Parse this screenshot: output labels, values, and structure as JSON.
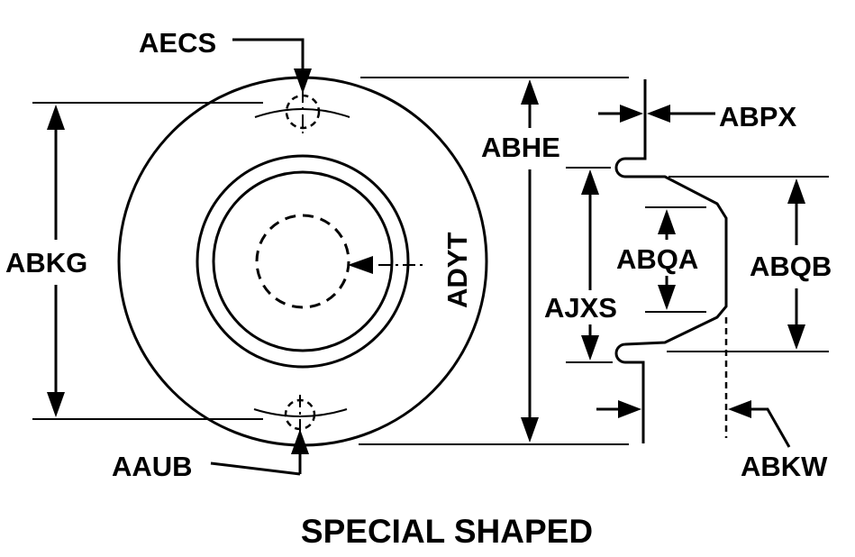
{
  "labels": {
    "aecs": "AECS",
    "abkg": "ABKG",
    "abhe": "ABHE",
    "abpx": "ABPX",
    "adyt": "ADYT",
    "abqa": "ABQA",
    "abqb": "ABQB",
    "ajxs": "AJXS",
    "aaub": "AAUB",
    "abkw": "ABKW"
  },
  "caption": "SPECIAL SHAPED"
}
